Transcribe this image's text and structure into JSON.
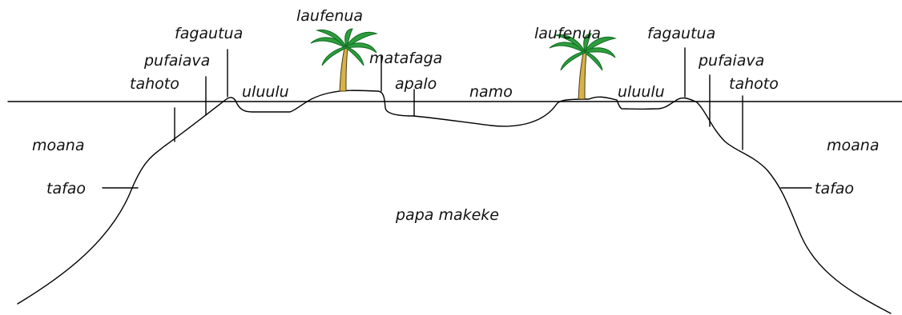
{
  "labels": {
    "moana_left": "moana",
    "moana_right": "moana",
    "tafao_left": "tafao",
    "tafao_right": "tafao",
    "tahoto_left": "tahoto",
    "tahoto_right": "tahoto",
    "pufaiava_left": "pufaiava",
    "pufaiava_right": "pufaiava",
    "fagautua_left": "fagautua",
    "fagautua_right": "fagautua",
    "uluulu_left": "uluulu",
    "uluulu_right": "uluulu",
    "laufenua_left": "laufenua",
    "laufenua_right": "laufenua",
    "matafaga": "matafaga",
    "apalo": "apalo",
    "namo": "namo",
    "papa_makeke": "papa makeke"
  },
  "colors": {
    "line": "#000000",
    "palm_leaf": "#2e9d3c",
    "palm_leaf_dark": "#0f6a23",
    "palm_trunk": "#d7b24a"
  }
}
